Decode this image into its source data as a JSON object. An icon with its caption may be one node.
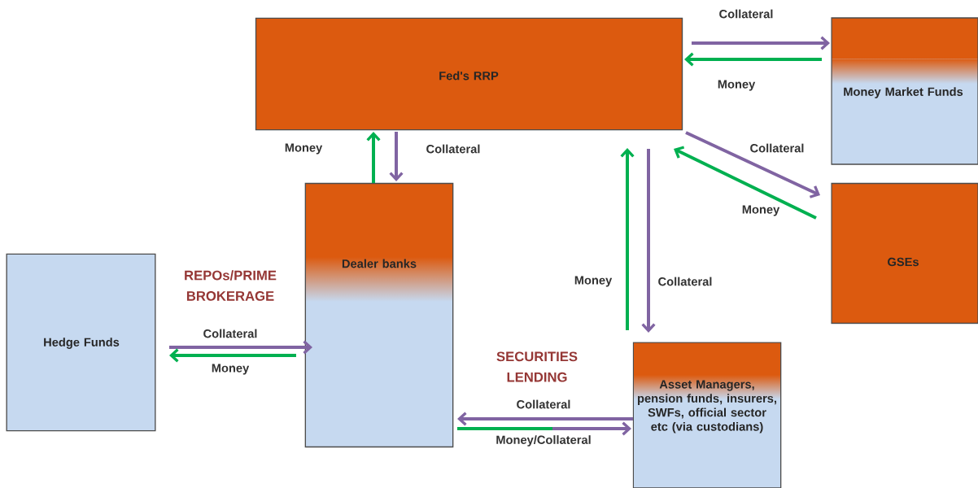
{
  "diagram": {
    "nodes": [
      {
        "text": [
          "Fed's RRP"
        ]
      },
      {
        "text": [
          "Money Market Funds"
        ]
      },
      {
        "text": [
          "GSEs"
        ]
      },
      {
        "text": [
          "Dealer banks"
        ]
      },
      {
        "text": [
          "Hedge Funds"
        ]
      },
      {
        "text": [
          "Asset Managers, pension funds, insurers, SWFs, official sector etc (via custodians)"
        ]
      }
    ],
    "edges": [
      {
        "from": 0,
        "to": 1,
        "arrow": "to",
        "label": "Collateral",
        "color": "#8064a2"
      },
      {
        "from": 1,
        "to": 0,
        "arrow": "to",
        "label": "Money",
        "color": "#00b050"
      },
      {
        "from": 0,
        "to": 2,
        "arrow": "to",
        "label": "Collateral",
        "color": "#8064a2"
      },
      {
        "from": 2,
        "to": 0,
        "arrow": "to",
        "label": "Money",
        "color": "#00b050"
      },
      {
        "from": 3,
        "to": 0,
        "arrow": "to",
        "label": "Money",
        "color": "#00b050"
      },
      {
        "from": 0,
        "to": 3,
        "arrow": "to",
        "label": "Collateral",
        "color": "#8064a2"
      },
      {
        "from": 5,
        "to": 0,
        "arrow": "to",
        "label": "Money",
        "color": "#00b050"
      },
      {
        "from": 0,
        "to": 5,
        "arrow": "to",
        "label": "Collateral",
        "color": "#8064a2"
      },
      {
        "from": 4,
        "to": 3,
        "arrow": "to",
        "label": "Collateral",
        "color": "#8064a2"
      },
      {
        "from": 3,
        "to": 4,
        "arrow": "to",
        "label": "Money",
        "color": "#00b050"
      },
      {
        "from": 5,
        "to": 3,
        "arrow": "to",
        "label": "Collateral",
        "color": "#8064a2"
      },
      {
        "from": 3,
        "to": 5,
        "arrow": "to",
        "label": "Money/Collateral",
        "color": "#8064a2"
      }
    ],
    "labels": [
      "REPOs/PRIME BROKERAGE",
      "SECURITIES LENDING"
    ]
  }
}
